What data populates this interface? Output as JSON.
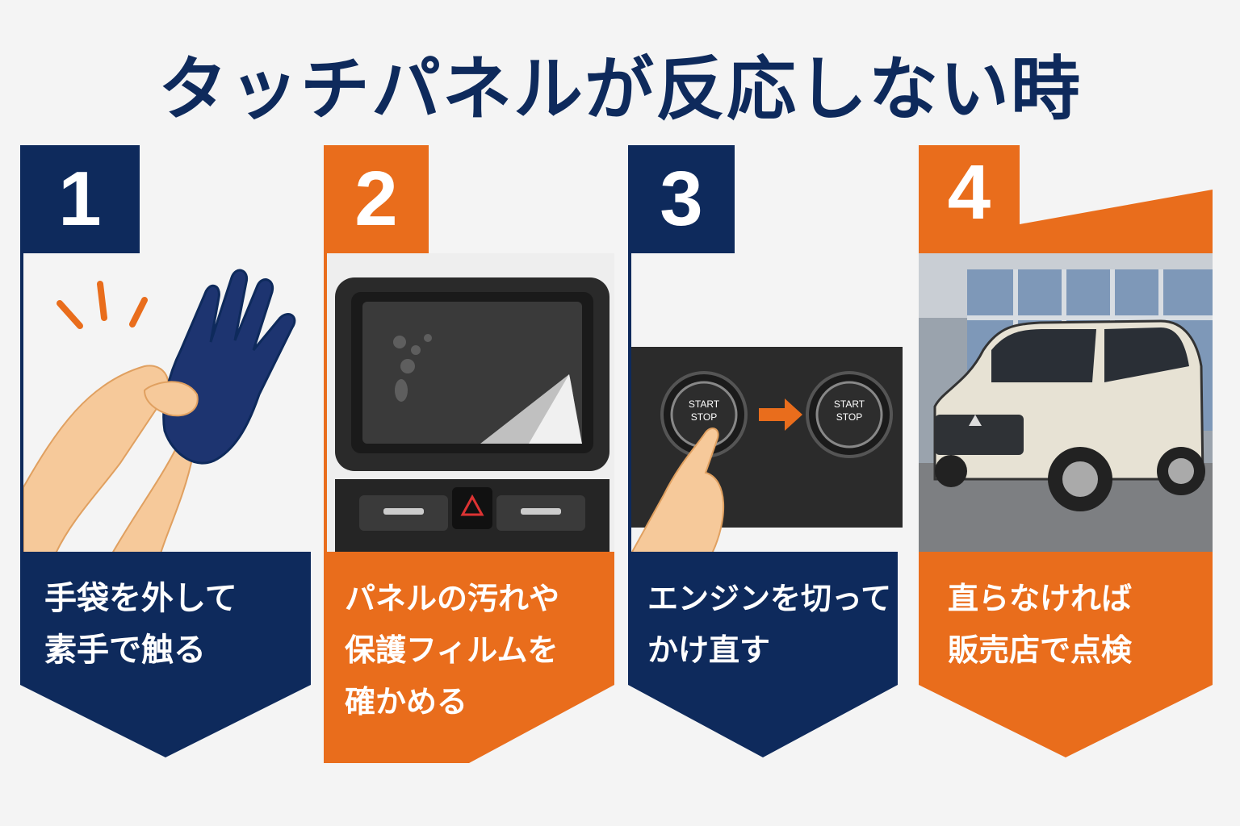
{
  "title": "タッチパネルが反応しない時",
  "colors": {
    "navy": "#0e2a5c",
    "orange": "#e96d1c",
    "background": "#f4f4f4"
  },
  "steps": [
    {
      "number": "1",
      "caption": "手袋を外して\n素手で触る",
      "color": "navy",
      "icon": "glove-removal-icon"
    },
    {
      "number": "2",
      "caption": "パネルの汚れや\n保護フィルムを\n確かめる",
      "color": "orange",
      "icon": "touchscreen-film-icon"
    },
    {
      "number": "3",
      "caption": "エンジンを切って\nかけ直す",
      "color": "navy",
      "icon": "start-stop-button-icon",
      "button_label_1": "START",
      "button_label_2": "STOP"
    },
    {
      "number": "4",
      "caption": "直らなければ\n販売店で点検",
      "color": "orange",
      "icon": "car-dealership-icon"
    }
  ]
}
